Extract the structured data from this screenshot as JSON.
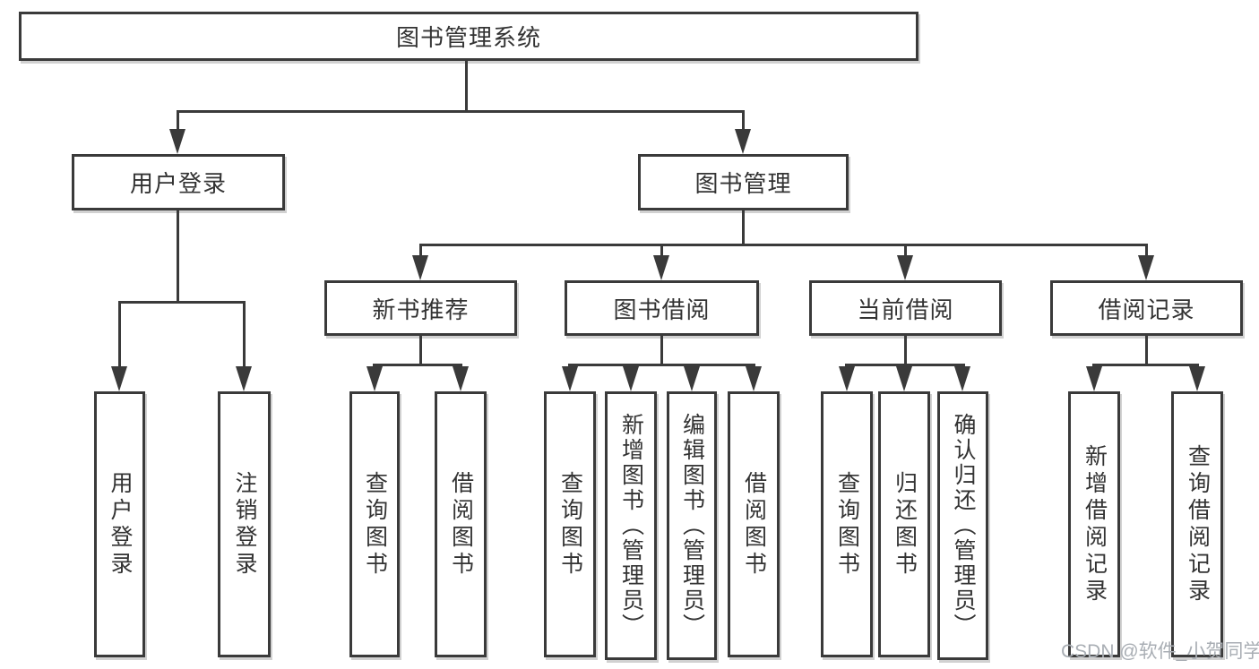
{
  "diagram": {
    "tree": {
      "label": "图书管理系统",
      "children": [
        {
          "label": "用户登录",
          "children": [
            {
              "label": "用户登录"
            },
            {
              "label": "注销登录"
            }
          ]
        },
        {
          "label": "图书管理",
          "children": [
            {
              "label": "新书推荐",
              "children": [
                {
                  "label": "查询图书"
                },
                {
                  "label": "借阅图书"
                }
              ]
            },
            {
              "label": "图书借阅",
              "children": [
                {
                  "label": "查询图书"
                },
                {
                  "label": "新增图书（管理员）"
                },
                {
                  "label": "编辑图书（管理员）"
                },
                {
                  "label": "借阅图书"
                }
              ]
            },
            {
              "label": "当前借阅",
              "children": [
                {
                  "label": "查询图书"
                },
                {
                  "label": "归还图书"
                },
                {
                  "label": "确认归还（管理员）"
                }
              ]
            },
            {
              "label": "借阅记录",
              "children": [
                {
                  "label": "新增借阅记录"
                },
                {
                  "label": "查询借阅记录"
                }
              ]
            }
          ]
        }
      ]
    },
    "watermark": "CSDN @软件_小贺同学",
    "colors": {
      "line": "#3a3a3a",
      "text": "#333333",
      "box_background": "#ffffff",
      "watermark_text": "#a9aeb4"
    }
  }
}
